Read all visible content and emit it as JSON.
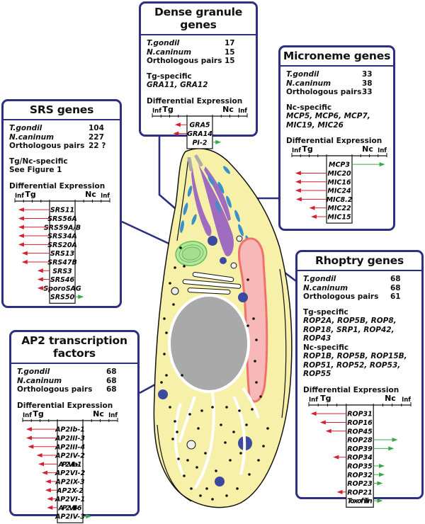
{
  "figure": {
    "organelle_callouts": [
      "dense-granule",
      "microneme",
      "srs",
      "rhoptry",
      "ap2"
    ],
    "colors": {
      "box_border": "#2e2e82",
      "callout_line": "#2e2e82",
      "tg_arrow": "#d42030",
      "nc_arrow": "#3aa84a",
      "cytoplasm": "#f7f0a8",
      "nucleus": "#a9a9a9",
      "rhoptry": "#a06cc0",
      "microneme": "#3a90cc",
      "apicoplast": "#88d070",
      "mitochondrion": "#f07070",
      "dense_granule": "#3b4aa0"
    }
  },
  "axis": {
    "left_inf": "Inf",
    "tg": "Tg",
    "nc": "Nc",
    "right_inf": "Inf"
  },
  "labels": {
    "tgondii": "T.gondil",
    "ncaninum": "N.caninum",
    "orthologous": "Orthologous pairs",
    "tg_specific": "Tg-specific",
    "nc_specific": "Nc-specific",
    "differential": "Differential Expression"
  },
  "dense_granule": {
    "title": "Dense granule genes",
    "tgondii": "17",
    "ncaninum": "15",
    "orthologous": "15",
    "tg_specific_genes": "GRA11, GRA12",
    "expression": [
      {
        "gene": "GRA5",
        "direction": "Tg",
        "magnitude": 0.35
      },
      {
        "gene": "GRA14",
        "direction": "Tg",
        "magnitude": 0.4
      },
      {
        "gene": "PI-2",
        "direction": "Nc",
        "magnitude": 0.25
      }
    ]
  },
  "microneme": {
    "title": "Microneme genes",
    "tgondii": "33",
    "ncaninum": "38",
    "orthologous": "33",
    "nc_specific_genes": "MCP5, MCP6, MCP7, MIC19, MIC26",
    "expression": [
      {
        "gene": "MCP3",
        "direction": "Nc",
        "magnitude": 0.95
      },
      {
        "gene": "MIC20",
        "direction": "Tg",
        "magnitude": 0.9
      },
      {
        "gene": "MIC16",
        "direction": "Tg",
        "magnitude": 0.9
      },
      {
        "gene": "MIC24",
        "direction": "Tg",
        "magnitude": 0.9
      },
      {
        "gene": "MIC8.2",
        "direction": "Tg",
        "magnitude": 0.88
      },
      {
        "gene": "MIC22",
        "direction": "Tg",
        "magnitude": 0.5
      },
      {
        "gene": "MIC15",
        "direction": "Tg",
        "magnitude": 0.45
      }
    ]
  },
  "srs": {
    "title": "SRS genes",
    "tgondii": "104",
    "ncaninum": "227",
    "orthologous": "22 ?",
    "specific_head": "Tg/Nc-specific",
    "specific_note": "See Figure 1",
    "expression": [
      {
        "gene": "SRS11",
        "direction": "Tg",
        "magnitude": 0.9
      },
      {
        "gene": "SRS56A",
        "direction": "Tg",
        "magnitude": 0.9
      },
      {
        "gene": "SRS59A/B",
        "direction": "Tg",
        "magnitude": 0.9
      },
      {
        "gene": "SRS34A",
        "direction": "Tg",
        "magnitude": 0.9
      },
      {
        "gene": "SRS20A",
        "direction": "Tg",
        "magnitude": 0.9
      },
      {
        "gene": "SRS13",
        "direction": "Tg",
        "magnitude": 0.8
      },
      {
        "gene": "SRS47B",
        "direction": "Tg",
        "magnitude": 0.8
      },
      {
        "gene": "SRS3",
        "direction": "Tg",
        "magnitude": 0.35
      },
      {
        "gene": "SRS46",
        "direction": "Tg",
        "magnitude": 0.35
      },
      {
        "gene": "SporoSAG",
        "direction": "Tg",
        "magnitude": 0.35
      },
      {
        "gene": "SRS50",
        "direction": "Nc",
        "magnitude": 0.25
      }
    ]
  },
  "rhoptry": {
    "title": "Rhoptry genes",
    "tgondii": "68",
    "ncaninum": "68",
    "orthologous": "61",
    "tg_specific_genes": "ROP2A, ROP5B, ROP8, ROP18, SRP1, ROP42, ROP43",
    "nc_specific_genes": "ROP1B, ROP5B, ROP15B, ROP51, ROP52, ROP53, ROP55",
    "expression": [
      {
        "gene": "ROP31",
        "direction": "Tg",
        "magnitude": 0.95
      },
      {
        "gene": "ROP16",
        "direction": "Tg",
        "magnitude": 0.7
      },
      {
        "gene": "ROP45",
        "direction": "Tg",
        "magnitude": 0.55
      },
      {
        "gene": "ROP28",
        "direction": "Nc",
        "magnitude": 0.65
      },
      {
        "gene": "ROP39",
        "direction": "Nc",
        "magnitude": 0.55
      },
      {
        "gene": "ROP34",
        "direction": "Tg",
        "magnitude": 0.35
      },
      {
        "gene": "ROP35",
        "direction": "Nc",
        "magnitude": 0.3
      },
      {
        "gene": "ROP32",
        "direction": "Nc",
        "magnitude": 0.3
      },
      {
        "gene": "ROP23",
        "direction": "Nc",
        "magnitude": 0.25
      },
      {
        "gene": "ROP21",
        "direction": "Tg",
        "magnitude": 0.25
      },
      {
        "gene": "Toxofilin",
        "direction": "Nc",
        "magnitude": 0.25
      }
    ]
  },
  "ap2": {
    "title": "AP2 transcription factors",
    "tgondii": "68",
    "ncaninum": "68",
    "orthologous": "68",
    "expression": [
      {
        "gene": "AP2Ib-1",
        "direction": "Tg",
        "magnitude": 0.9
      },
      {
        "gene": "AP2III-3",
        "direction": "Tg",
        "magnitude": 0.9
      },
      {
        "gene": "AP2III-4",
        "direction": "Tg",
        "magnitude": 0.85
      },
      {
        "gene": "AP2IV-2",
        "direction": "Tg",
        "magnitude": 0.6
      },
      {
        "gene": "AP2VIIa-1",
        "direction": "Tg",
        "magnitude": 0.55
      },
      {
        "gene": "AP2VI-2",
        "direction": "Tg",
        "magnitude": 0.45
      },
      {
        "gene": "AP2IX-3",
        "direction": "Tg",
        "magnitude": 0.35
      },
      {
        "gene": "AP2X-2",
        "direction": "Tg",
        "magnitude": 0.35
      },
      {
        "gene": "AP2VI-1",
        "direction": "Tg",
        "magnitude": 0.3
      },
      {
        "gene": "AP2VIII-6",
        "direction": "Tg",
        "magnitude": 0.3
      },
      {
        "gene": "AP2IV-3",
        "direction": "Nc",
        "magnitude": 0.25
      }
    ]
  }
}
